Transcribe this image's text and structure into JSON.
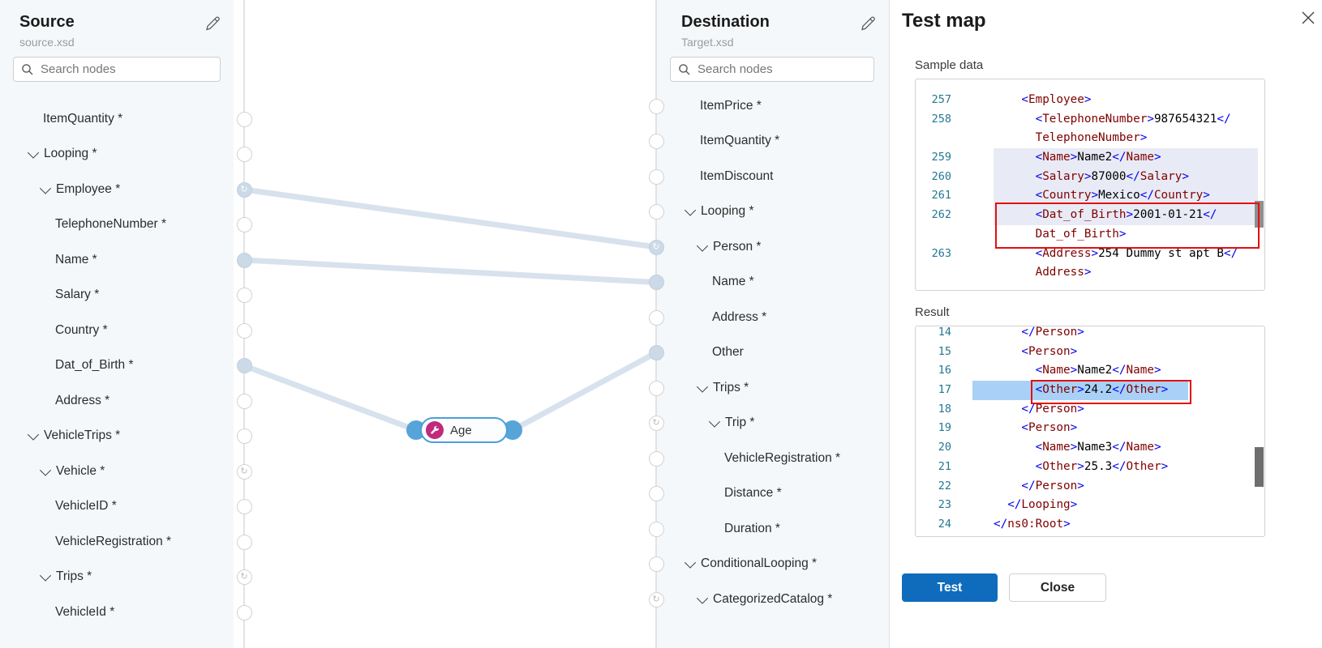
{
  "source_panel": {
    "title": "Source",
    "subtitle": "source.xsd",
    "search_placeholder": "Search nodes",
    "nodes": [
      {
        "label": "ItemQuantity *",
        "level": 2,
        "chevron": false,
        "handle": "empty"
      },
      {
        "label": "Looping *",
        "level": 1,
        "chevron": true,
        "handle": "empty"
      },
      {
        "label": "Employee *",
        "level": 2,
        "chevron": true,
        "handle": "loop-connected"
      },
      {
        "label": "TelephoneNumber *",
        "level": 3,
        "chevron": false,
        "handle": "empty"
      },
      {
        "label": "Name *",
        "level": 3,
        "chevron": false,
        "handle": "connected"
      },
      {
        "label": "Salary *",
        "level": 3,
        "chevron": false,
        "handle": "empty"
      },
      {
        "label": "Country *",
        "level": 3,
        "chevron": false,
        "handle": "empty"
      },
      {
        "label": "Dat_of_Birth *",
        "level": 3,
        "chevron": false,
        "handle": "connected"
      },
      {
        "label": "Address *",
        "level": 3,
        "chevron": false,
        "handle": "empty"
      },
      {
        "label": "VehicleTrips *",
        "level": 1,
        "chevron": true,
        "handle": "empty"
      },
      {
        "label": "Vehicle *",
        "level": 2,
        "chevron": true,
        "handle": "loop-empty"
      },
      {
        "label": "VehicleID *",
        "level": 3,
        "chevron": false,
        "handle": "empty"
      },
      {
        "label": "VehicleRegistration *",
        "level": 3,
        "chevron": false,
        "handle": "empty"
      },
      {
        "label": "Trips *",
        "level": 2,
        "chevron": true,
        "handle": "loop-empty"
      },
      {
        "label": "VehicleId *",
        "level": 3,
        "chevron": false,
        "handle": "empty"
      }
    ]
  },
  "destination_panel": {
    "title": "Destination",
    "subtitle": "Target.xsd",
    "search_placeholder": "Search nodes",
    "nodes": [
      {
        "label": "ItemPrice *",
        "level": 2,
        "chevron": false,
        "handle": "empty"
      },
      {
        "label": "ItemQuantity *",
        "level": 2,
        "chevron": false,
        "handle": "empty"
      },
      {
        "label": "ItemDiscount",
        "level": 2,
        "chevron": false,
        "handle": "empty"
      },
      {
        "label": "Looping *",
        "level": 1,
        "chevron": true,
        "handle": "empty"
      },
      {
        "label": "Person *",
        "level": 2,
        "chevron": true,
        "handle": "loop-connected"
      },
      {
        "label": "Name *",
        "level": 3,
        "chevron": false,
        "handle": "connected"
      },
      {
        "label": "Address *",
        "level": 3,
        "chevron": false,
        "handle": "empty"
      },
      {
        "label": "Other",
        "level": 3,
        "chevron": false,
        "handle": "connected"
      },
      {
        "label": "Trips *",
        "level": 2,
        "chevron": true,
        "handle": "empty"
      },
      {
        "label": "Trip *",
        "level": 3,
        "chevron": true,
        "handle": "loop-empty"
      },
      {
        "label": "VehicleRegistration *",
        "level": 4,
        "chevron": false,
        "handle": "empty"
      },
      {
        "label": "Distance *",
        "level": 4,
        "chevron": false,
        "handle": "empty"
      },
      {
        "label": "Duration *",
        "level": 4,
        "chevron": false,
        "handle": "empty"
      },
      {
        "label": "ConditionalLooping *",
        "level": 1,
        "chevron": true,
        "handle": "empty"
      },
      {
        "label": "CategorizedCatalog *",
        "level": 2,
        "chevron": true,
        "handle": "loop-empty"
      }
    ]
  },
  "canvas": {
    "function_node": {
      "label": "Age",
      "icon": "utility-function-icon"
    },
    "connections": [
      {
        "from": "Employee",
        "to": "Person"
      },
      {
        "from": "Name",
        "to": "Name"
      },
      {
        "from": "Dat_of_Birth",
        "to": "function:Age"
      },
      {
        "from": "function:Age",
        "to": "Other"
      }
    ],
    "wire_color": "#d8e2ee"
  },
  "test_panel": {
    "title": "Test map",
    "close_icon": "close-icon",
    "sample_label": "Sample data",
    "result_label": "Result",
    "buttons": {
      "test": "Test",
      "close": "Close"
    },
    "accent_color": "#0f6cbd",
    "annotation_color": "#e40f0f",
    "sample_lines": [
      {
        "num": "257",
        "indent": 4,
        "rows": [
          [
            [
              "b",
              "<"
            ],
            [
              "t",
              "Employee"
            ],
            [
              "b",
              ">"
            ]
          ]
        ]
      },
      {
        "num": "258",
        "indent": 6,
        "rows": [
          [
            [
              "b",
              "<"
            ],
            [
              "t",
              "TelephoneNumber"
            ],
            [
              "b",
              ">"
            ],
            [
              "v",
              "987654321"
            ],
            [
              "b",
              "</"
            ]
          ],
          [
            [
              "t",
              "TelephoneNumber"
            ],
            [
              "b",
              ">"
            ]
          ]
        ]
      },
      {
        "num": "259",
        "indent": 6,
        "hl": "gray",
        "rows": [
          [
            [
              "b",
              "<"
            ],
            [
              "t",
              "Name"
            ],
            [
              "b",
              ">"
            ],
            [
              "v",
              "Name2"
            ],
            [
              "b",
              "</"
            ],
            [
              "t",
              "Name"
            ],
            [
              "b",
              ">"
            ]
          ]
        ]
      },
      {
        "num": "260",
        "indent": 6,
        "hl": "gray",
        "rows": [
          [
            [
              "b",
              "<"
            ],
            [
              "t",
              "Salary"
            ],
            [
              "b",
              ">"
            ],
            [
              "v",
              "87000"
            ],
            [
              "b",
              "</"
            ],
            [
              "t",
              "Salary"
            ],
            [
              "b",
              ">"
            ]
          ]
        ]
      },
      {
        "num": "261",
        "indent": 6,
        "hl": "gray",
        "rows": [
          [
            [
              "b",
              "<"
            ],
            [
              "t",
              "Country"
            ],
            [
              "b",
              ">"
            ],
            [
              "v",
              "Mexico"
            ],
            [
              "b",
              "</"
            ],
            [
              "t",
              "Country"
            ],
            [
              "b",
              ">"
            ]
          ]
        ]
      },
      {
        "num": "262",
        "indent": 6,
        "hl": "gray",
        "annotated": true,
        "rows": [
          [
            [
              "b",
              "<"
            ],
            [
              "t",
              "Dat_of_Birth"
            ],
            [
              "b",
              ">"
            ],
            [
              "v",
              "2001-01-21"
            ],
            [
              "b",
              "</"
            ]
          ],
          [
            [
              "t",
              "Dat_of_Birth"
            ],
            [
              "b",
              ">"
            ]
          ]
        ]
      },
      {
        "num": "263",
        "indent": 6,
        "rows": [
          [
            [
              "b",
              "<"
            ],
            [
              "t",
              "Address"
            ],
            [
              "b",
              ">"
            ],
            [
              "v",
              "254 Dummy st apt B"
            ],
            [
              "b",
              "</"
            ]
          ],
          [
            [
              "t",
              "Address"
            ],
            [
              "b",
              ">"
            ]
          ]
        ]
      }
    ],
    "result_lines": [
      {
        "num": "14",
        "indent": 4,
        "clipped": true,
        "rows": [
          [
            [
              "b",
              "</"
            ],
            [
              "t",
              "Person"
            ],
            [
              "b",
              ">"
            ]
          ]
        ]
      },
      {
        "num": "15",
        "indent": 4,
        "rows": [
          [
            [
              "b",
              "<"
            ],
            [
              "t",
              "Person"
            ],
            [
              "b",
              ">"
            ]
          ]
        ]
      },
      {
        "num": "16",
        "indent": 6,
        "rows": [
          [
            [
              "b",
              "<"
            ],
            [
              "t",
              "Name"
            ],
            [
              "b",
              ">"
            ],
            [
              "v",
              "Name2"
            ],
            [
              "b",
              "</"
            ],
            [
              "t",
              "Name"
            ],
            [
              "b",
              ">"
            ]
          ]
        ]
      },
      {
        "num": "17",
        "indent": 6,
        "hl": "blue",
        "annotated": true,
        "rows": [
          [
            [
              "b",
              "<"
            ],
            [
              "t",
              "Other"
            ],
            [
              "b",
              ">"
            ],
            [
              "v",
              "24.2"
            ],
            [
              "b",
              "</"
            ],
            [
              "t",
              "Other"
            ],
            [
              "b",
              ">"
            ]
          ]
        ]
      },
      {
        "num": "18",
        "indent": 4,
        "rows": [
          [
            [
              "b",
              "</"
            ],
            [
              "t",
              "Person"
            ],
            [
              "b",
              ">"
            ]
          ]
        ]
      },
      {
        "num": "19",
        "indent": 4,
        "rows": [
          [
            [
              "b",
              "<"
            ],
            [
              "t",
              "Person"
            ],
            [
              "b",
              ">"
            ]
          ]
        ]
      },
      {
        "num": "20",
        "indent": 6,
        "rows": [
          [
            [
              "b",
              "<"
            ],
            [
              "t",
              "Name"
            ],
            [
              "b",
              ">"
            ],
            [
              "v",
              "Name3"
            ],
            [
              "b",
              "</"
            ],
            [
              "t",
              "Name"
            ],
            [
              "b",
              ">"
            ]
          ]
        ]
      },
      {
        "num": "21",
        "indent": 6,
        "rows": [
          [
            [
              "b",
              "<"
            ],
            [
              "t",
              "Other"
            ],
            [
              "b",
              ">"
            ],
            [
              "v",
              "25.3"
            ],
            [
              "b",
              "</"
            ],
            [
              "t",
              "Other"
            ],
            [
              "b",
              ">"
            ]
          ]
        ]
      },
      {
        "num": "22",
        "indent": 4,
        "rows": [
          [
            [
              "b",
              "</"
            ],
            [
              "t",
              "Person"
            ],
            [
              "b",
              ">"
            ]
          ]
        ]
      },
      {
        "num": "23",
        "indent": 2,
        "rows": [
          [
            [
              "b",
              "</"
            ],
            [
              "t",
              "Looping"
            ],
            [
              "b",
              ">"
            ]
          ]
        ]
      },
      {
        "num": "24",
        "indent": 0,
        "rows": [
          [
            [
              "b",
              "</"
            ],
            [
              "t",
              "ns0:Root"
            ],
            [
              "b",
              ">"
            ]
          ]
        ]
      }
    ]
  }
}
